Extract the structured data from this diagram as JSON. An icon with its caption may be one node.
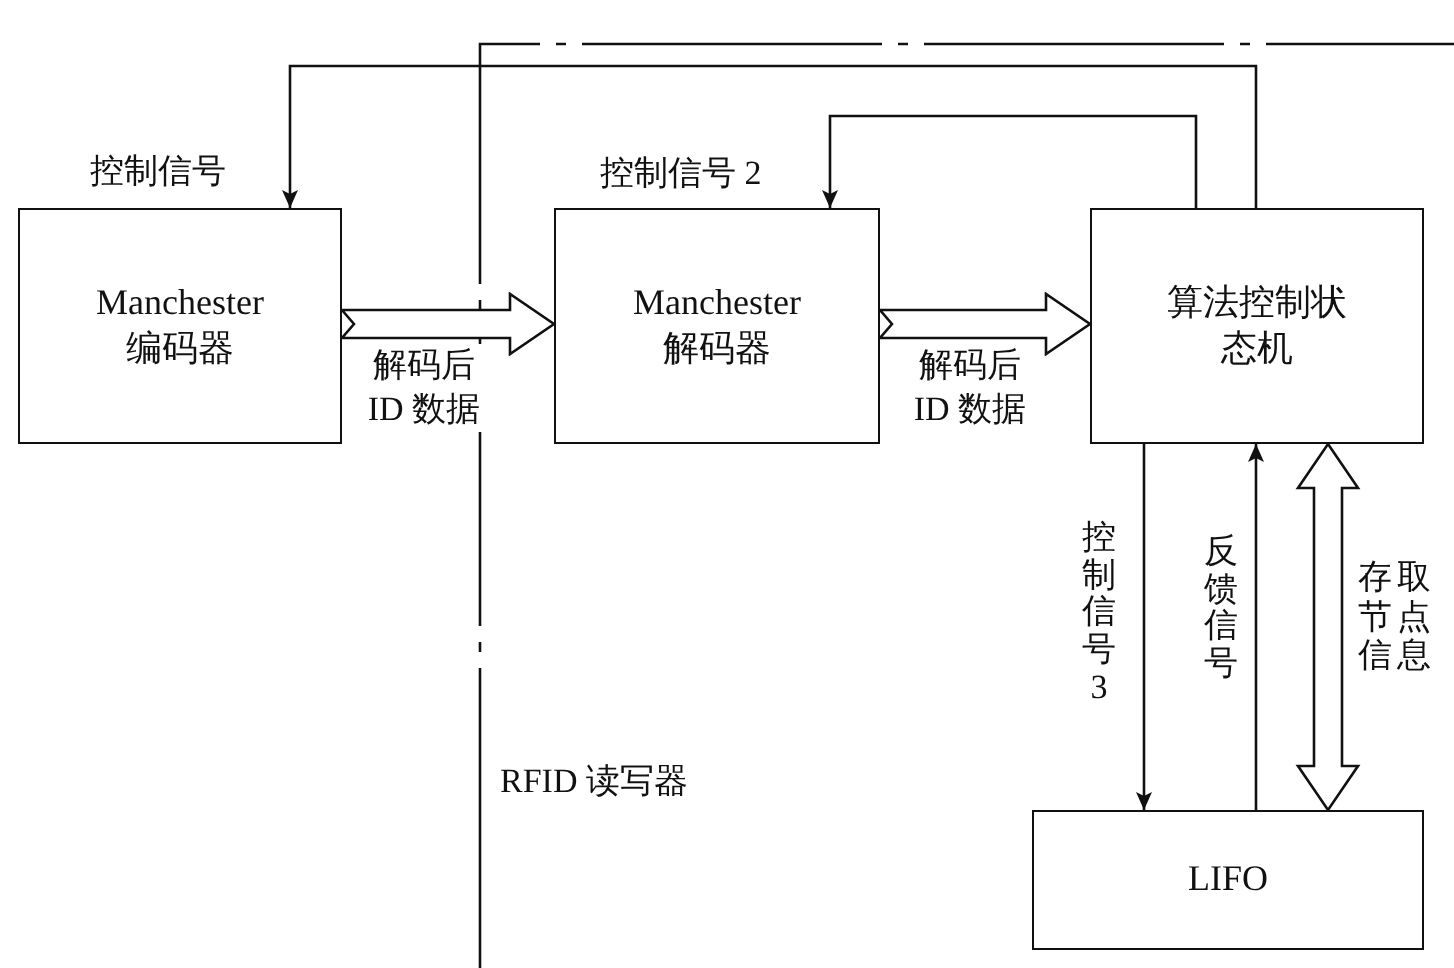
{
  "diagram": {
    "nodes": [
      {
        "text": [
          "Manchester 编码器"
        ]
      },
      {
        "text": [
          "Manchester 解码器"
        ]
      },
      {
        "text": [
          "算法控制状态机"
        ]
      },
      {
        "text": [
          "LIFO"
        ]
      }
    ],
    "edges": [
      {
        "from": 2,
        "to": 0,
        "arrow": "to",
        "label": "控制信号"
      },
      {
        "from": 2,
        "to": 1,
        "arrow": "to",
        "label": "控制信号 2"
      },
      {
        "from": 0,
        "to": 1,
        "arrow": "to",
        "label": "解码后 ID 数据",
        "style": "thick"
      },
      {
        "from": 1,
        "to": 2,
        "arrow": "to",
        "label": "解码后 ID 数据",
        "style": "thick"
      },
      {
        "from": 2,
        "to": 3,
        "arrow": "to",
        "label": "控制信号3"
      },
      {
        "from": 3,
        "to": 2,
        "arrow": "to",
        "label": "反馈信号"
      },
      {
        "from": 2,
        "to": 3,
        "arrow": "both",
        "label": "存取节点信息",
        "style": "thick"
      }
    ],
    "labels": [
      "RFID 读写器"
    ]
  }
}
